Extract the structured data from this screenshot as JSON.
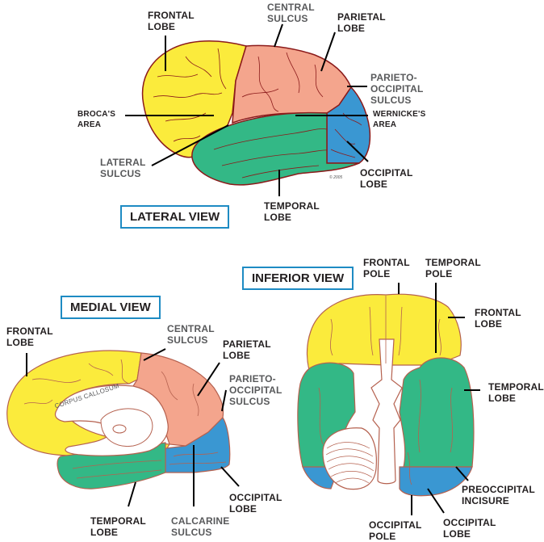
{
  "colors": {
    "frontal": "#fbeb3c",
    "parietal": "#f4a58d",
    "temporal": "#33b886",
    "occipital": "#3a97d2",
    "outline": "#8b1a1a",
    "medial_outline": "#b5614f",
    "view_box_border": "#1e8bc3",
    "label_text": "#231f20",
    "sulcus_text": "#58595b"
  },
  "lateral_view": {
    "title": "LATERAL VIEW",
    "labels": {
      "frontal_lobe": "FRONTAL\nLOBE",
      "central_sulcus": "CENTRAL\nSULCUS",
      "parietal_lobe": "PARIETAL\nLOBE",
      "parieto_occipital_sulcus": "PARIETO-\nOCCIPITAL\nSULCUS",
      "brocas_area": "BROCA'S\nAREA",
      "wernickes_area": "WERNICKE'S\nAREA",
      "lateral_sulcus": "LATERAL\nSULCUS",
      "occipital_lobe": "OCCIPITAL\nLOBE",
      "temporal_lobe": "TEMPORAL\nLOBE"
    },
    "signature": "© 2005"
  },
  "medial_view": {
    "title": "MEDIAL VIEW",
    "labels": {
      "frontal_lobe": "FRONTAL\nLOBE",
      "central_sulcus": "CENTRAL\nSULCUS",
      "parietal_lobe": "PARIETAL\nLOBE",
      "parieto_occipital_sulcus": "PARIETO-\nOCCIPITAL\nSULCUS",
      "corpus_callosum": "CORPUS CALLOSUM",
      "temporal_lobe": "TEMPORAL\nLOBE",
      "calcarine_sulcus": "CALCARINE\nSULCUS",
      "occipital_lobe": "OCCIPITAL\nLOBE"
    }
  },
  "inferior_view": {
    "title": "INFERIOR VIEW",
    "labels": {
      "frontal_pole": "FRONTAL\nPOLE",
      "temporal_pole": "TEMPORAL\nPOLE",
      "frontal_lobe": "FRONTAL\nLOBE",
      "temporal_lobe": "TEMPORAL\nLOBE",
      "preoccipital_incisure": "PREOCCIPITAL\nINCISURE",
      "occipital_pole": "OCCIPITAL\nPOLE",
      "occipital_lobe": "OCCIPITAL\nLOBE"
    }
  }
}
